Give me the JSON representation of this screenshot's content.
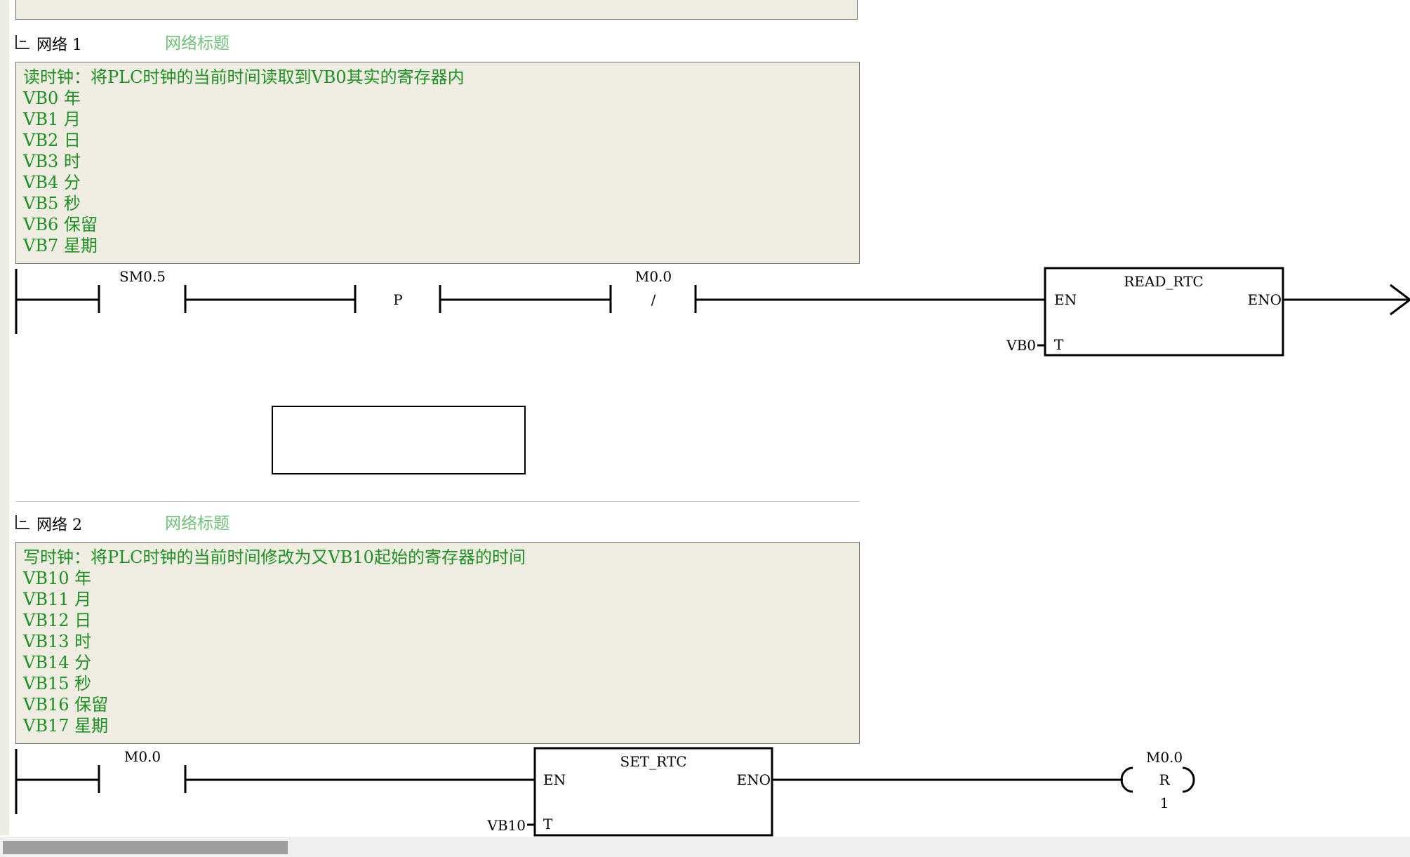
{
  "networks": [
    {
      "label": "网络 1",
      "title": "网络标题",
      "comment": [
        "读时钟：将PLC时钟的当前时间读取到VB0其实的寄存器内",
        "VB0 年",
        "VB1 月",
        "VB2 日",
        "VB3 时",
        "VB4 分",
        "VB5 秒",
        "VB6 保留",
        "VB7 星期"
      ],
      "contact1": "SM0.5",
      "edge": "P",
      "contact2": "M0.0",
      "contact2_symbol": "/",
      "box_name": "READ_RTC",
      "box_en": "EN",
      "box_eno": "ENO",
      "box_t": "T",
      "t_operand": "VB0"
    },
    {
      "label": "网络 2",
      "title": "网络标题",
      "comment": [
        "写时钟：将PLC时钟的当前时间修改为又VB10起始的寄存器的时间",
        "VB10 年",
        "VB11 月",
        "VB12 日",
        "VB13 时",
        "VB14 分",
        "VB15 秒",
        "VB16 保留",
        "VB17 星期"
      ],
      "contact1": "M0.0",
      "box_name": "SET_RTC",
      "box_en": "EN",
      "box_eno": "ENO",
      "box_t": "T",
      "t_operand": "VB10",
      "coil_operand": "M0.0",
      "coil_type": "R",
      "coil_count": "1"
    }
  ]
}
